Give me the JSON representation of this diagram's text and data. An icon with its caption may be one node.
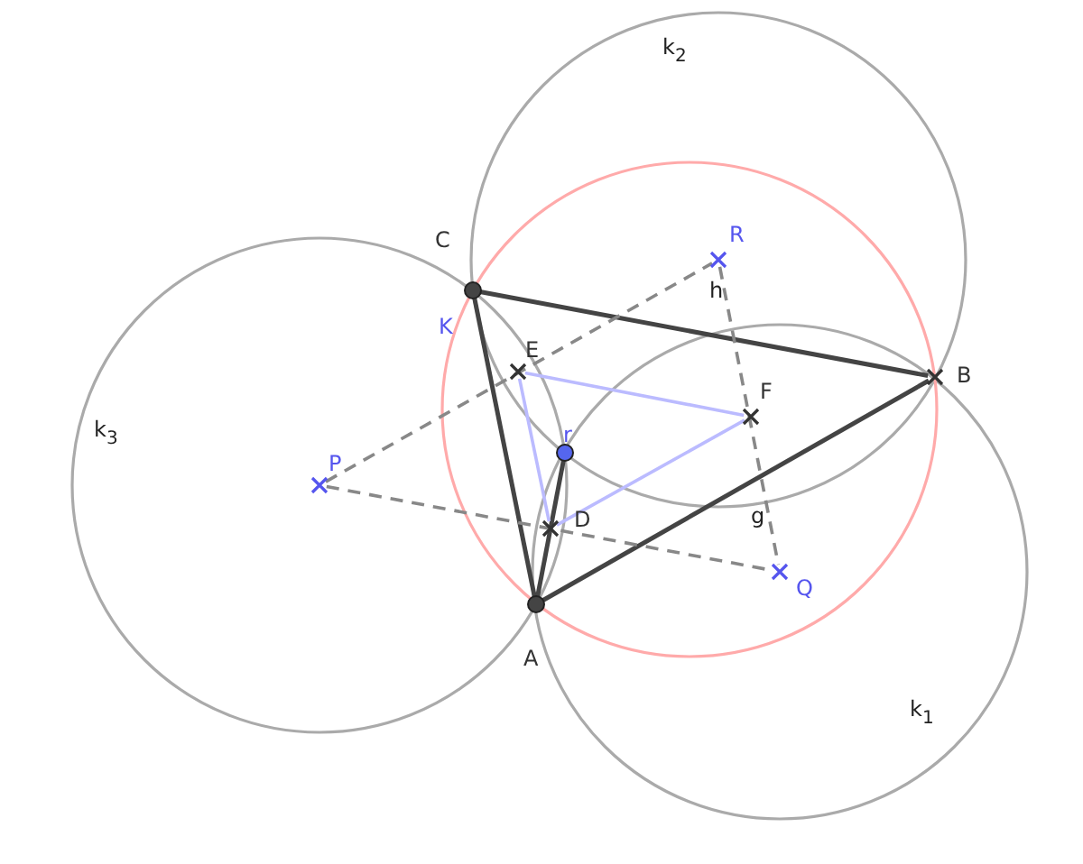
{
  "diagram": {
    "nodes": [
      {
        "text": [],
        "shape": "cross",
        "beside": [
          "R"
        ]
      },
      {
        "text": [],
        "shape": "circle",
        "beside": [
          "C"
        ]
      },
      {
        "text": [],
        "shape": "cross",
        "beside": [
          "B"
        ]
      },
      {
        "text": [],
        "shape": "cross",
        "beside": [
          "E"
        ]
      },
      {
        "text": [],
        "shape": "cross",
        "beside": [
          "F"
        ]
      },
      {
        "text": [],
        "shape": "circle",
        "beside": [
          "r"
        ]
      },
      {
        "text": [],
        "shape": "cross",
        "beside": [
          "P"
        ]
      },
      {
        "text": [],
        "shape": "cross",
        "beside": [
          "D"
        ]
      },
      {
        "text": [],
        "shape": "cross",
        "beside": [
          "Q"
        ]
      },
      {
        "text": [],
        "shape": "circle",
        "beside": [
          "A"
        ]
      }
    ],
    "edges": [
      {
        "from": 9,
        "to": 2,
        "arrow": "none"
      },
      {
        "from": 2,
        "to": 1,
        "arrow": "none"
      },
      {
        "from": 1,
        "to": 9,
        "arrow": "none"
      },
      {
        "from": 9,
        "to": 5,
        "arrow": "none"
      },
      {
        "from": 3,
        "to": 4,
        "arrow": "none",
        "color": "#bbbbff"
      },
      {
        "from": 4,
        "to": 7,
        "arrow": "none",
        "color": "#bbbbff"
      },
      {
        "from": 7,
        "to": 3,
        "arrow": "none",
        "color": "#bbbbff"
      },
      {
        "from": 6,
        "to": 0,
        "arrow": "none",
        "style": "dashed",
        "color": "#888888"
      },
      {
        "from": 6,
        "to": 8,
        "arrow": "none",
        "style": "dashed",
        "color": "#888888"
      },
      {
        "from": 0,
        "to": 8,
        "arrow": "none",
        "style": "dashed",
        "color": "#888888"
      }
    ],
    "labels": [
      "k$_{2}$",
      "h",
      "K",
      "k$_{3}$",
      "g",
      "k$_{1}$"
    ]
  }
}
